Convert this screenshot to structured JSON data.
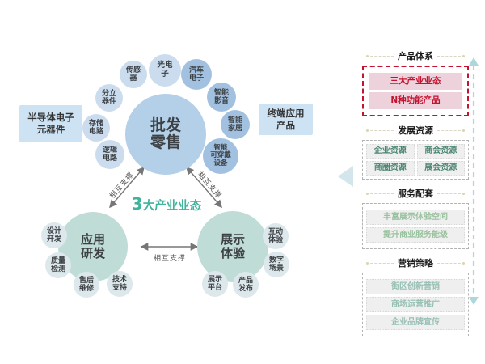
{
  "diagram": {
    "center_circle": {
      "label": "批发\n零售"
    },
    "left_tag": "半导体电子\n元器件",
    "right_tag": "终端应用\n产品",
    "caption": {
      "num": "3",
      "text": "大产业业态"
    },
    "support_label": "相互支撑",
    "wholesale_satellites": [
      {
        "label": "传感\n器"
      },
      {
        "label": "光电\n子"
      },
      {
        "label": "汽车\n电子"
      },
      {
        "label": "智能\n影音"
      },
      {
        "label": "智能\n家居"
      },
      {
        "label": "智能\n可穿戴\n设备"
      },
      {
        "label": "分立\n器件"
      },
      {
        "label": "存储\n电路"
      },
      {
        "label": "逻辑\n电路"
      }
    ],
    "rd_circle": {
      "label": "应用\n研发"
    },
    "rd_satellites": [
      {
        "label": "设计\n开发"
      },
      {
        "label": "质量\n检测"
      },
      {
        "label": "售后\n维修"
      },
      {
        "label": "技术\n支持"
      }
    ],
    "exp_circle": {
      "label": "展示\n体验"
    },
    "exp_satellites": [
      {
        "label": "互动\n体验"
      },
      {
        "label": "数字\n场景"
      },
      {
        "label": "展示\n平台"
      },
      {
        "label": "产品\n发布"
      }
    ]
  },
  "panel": {
    "sections": [
      {
        "title": "产品体系",
        "items": [
          "三大产业业态",
          "N种功能产品"
        ]
      },
      {
        "title": "发展资源",
        "items": [
          "企业资源",
          "商会资源",
          "商圈资源",
          "展会资源"
        ]
      },
      {
        "title": "服务配套",
        "items": [
          "丰富展示体验空间",
          "提升商业服务能级"
        ]
      },
      {
        "title": "营销策略",
        "items": [
          "街区创新营销",
          "商场运营推广",
          "企业品牌宣传"
        ]
      }
    ]
  },
  "colors": {
    "hub_blue": "#b3d0e8",
    "hub_teal": "#bfdcd7",
    "satellite_blue_light": "#cbdcee",
    "satellite_blue_dark": "#a2c1e0",
    "accent_red": "#c41230",
    "pink_fill": "#edd2dc",
    "caption_teal": "#3fb39b",
    "dev_text_green": "#4b8573",
    "service_text_green": "#98c19e",
    "marketing_text_teal": "#95bfb3",
    "guide_line_teal": "#aed7dc"
  }
}
